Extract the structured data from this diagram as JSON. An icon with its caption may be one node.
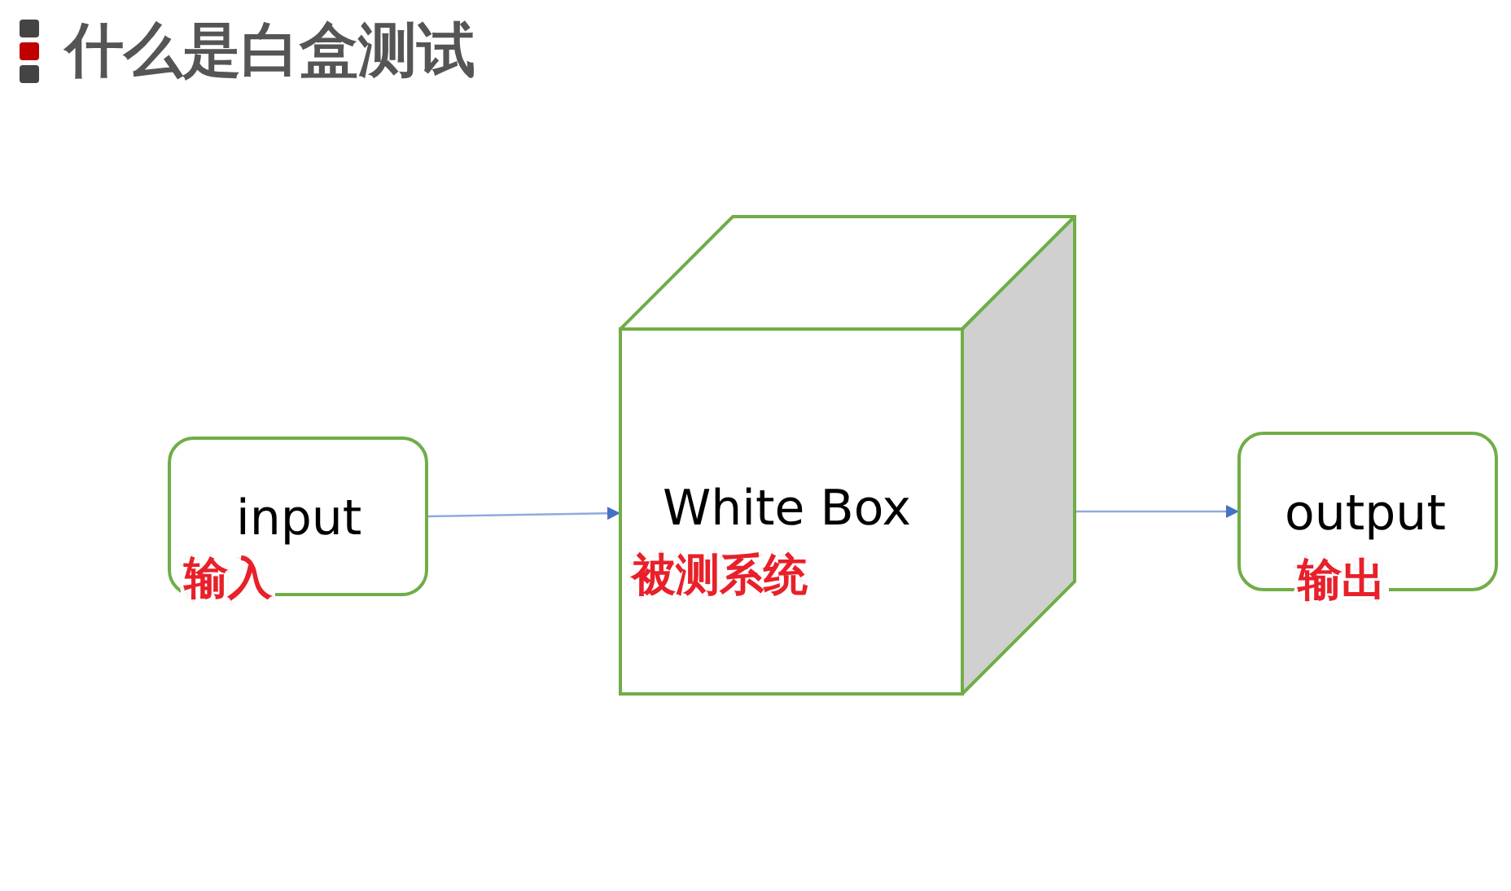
{
  "diagram": {
    "title": "什么是白盒测试",
    "nodes": [
      {
        "text": [
          "input",
          "输入"
        ]
      },
      {
        "text": [
          "White Box",
          "被测系统"
        ]
      },
      {
        "text": [
          "output",
          "输出"
        ]
      }
    ],
    "edges": [
      {
        "from": 0,
        "to": 1,
        "arrow": "to"
      },
      {
        "from": 1,
        "to": 2,
        "arrow": "to"
      }
    ]
  }
}
